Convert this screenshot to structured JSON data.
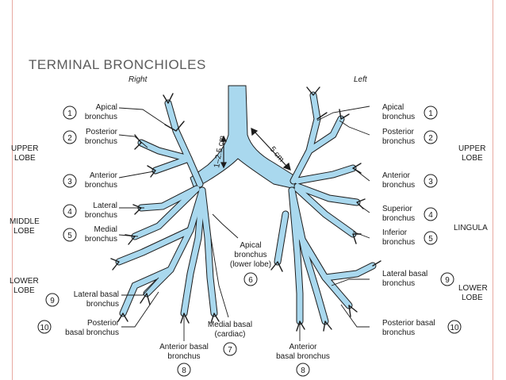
{
  "title": "TERMINAL BRONCHIOLES",
  "colors": {
    "tree": "#a9d8ee",
    "tree_outline": "#1c1c1c",
    "title": "#5b5b5b",
    "rule": "#e8a9a1"
  },
  "sides": {
    "right": "Right",
    "left": "Left"
  },
  "lobes": {
    "upper_left": [
      "UPPER",
      "LOBE"
    ],
    "middle_left": [
      "MIDDLE",
      "LOBE"
    ],
    "lower_left": [
      "LOWER",
      "LOBE"
    ],
    "upper_right": [
      "UPPER",
      "LOBE"
    ],
    "lingula": "LINGULA",
    "lower_right": [
      "LOWER",
      "LOBE"
    ]
  },
  "dimensions": {
    "short": "1–2.5 cm",
    "long": "5 cm"
  },
  "right_labels": [
    {
      "num": "1",
      "lines": [
        "Apical",
        "bronchus"
      ]
    },
    {
      "num": "2",
      "lines": [
        "Posterior",
        "bronchus"
      ]
    },
    {
      "num": "3",
      "lines": [
        "Anterior",
        "bronchus"
      ]
    },
    {
      "num": "4",
      "lines": [
        "Lateral",
        "bronchus"
      ]
    },
    {
      "num": "5",
      "lines": [
        "Medial",
        "bronchus"
      ]
    },
    {
      "num": "9",
      "lines": [
        "Lateral basal",
        "bronchus"
      ]
    },
    {
      "num": "10",
      "lines": [
        "Posterior",
        "basal bronchus"
      ]
    }
  ],
  "left_labels": [
    {
      "num": "1",
      "lines": [
        "Apical",
        "bronchus"
      ]
    },
    {
      "num": "2",
      "lines": [
        "Posterior",
        "bronchus"
      ]
    },
    {
      "num": "3",
      "lines": [
        "Anterior",
        "bronchus"
      ]
    },
    {
      "num": "4",
      "lines": [
        "Superior",
        "bronchus"
      ]
    },
    {
      "num": "5",
      "lines": [
        "Inferior",
        "bronchus"
      ]
    },
    {
      "num": "9",
      "lines": [
        "Lateral basal",
        "bronchus"
      ]
    },
    {
      "num": "10",
      "lines": [
        "Posterior basal",
        "bronchus"
      ]
    }
  ],
  "bottom_labels": [
    {
      "num": "6",
      "lines": [
        "Apical",
        "bronchus",
        "(lower lobe)"
      ]
    },
    {
      "num": "7",
      "lines": [
        "Medial basal",
        "(cardiac)"
      ]
    },
    {
      "num": "8",
      "lines": [
        "Anterior basal",
        "bronchus"
      ]
    },
    {
      "num": "8",
      "lines": [
        "Anterior",
        "basal bronchus"
      ]
    }
  ]
}
